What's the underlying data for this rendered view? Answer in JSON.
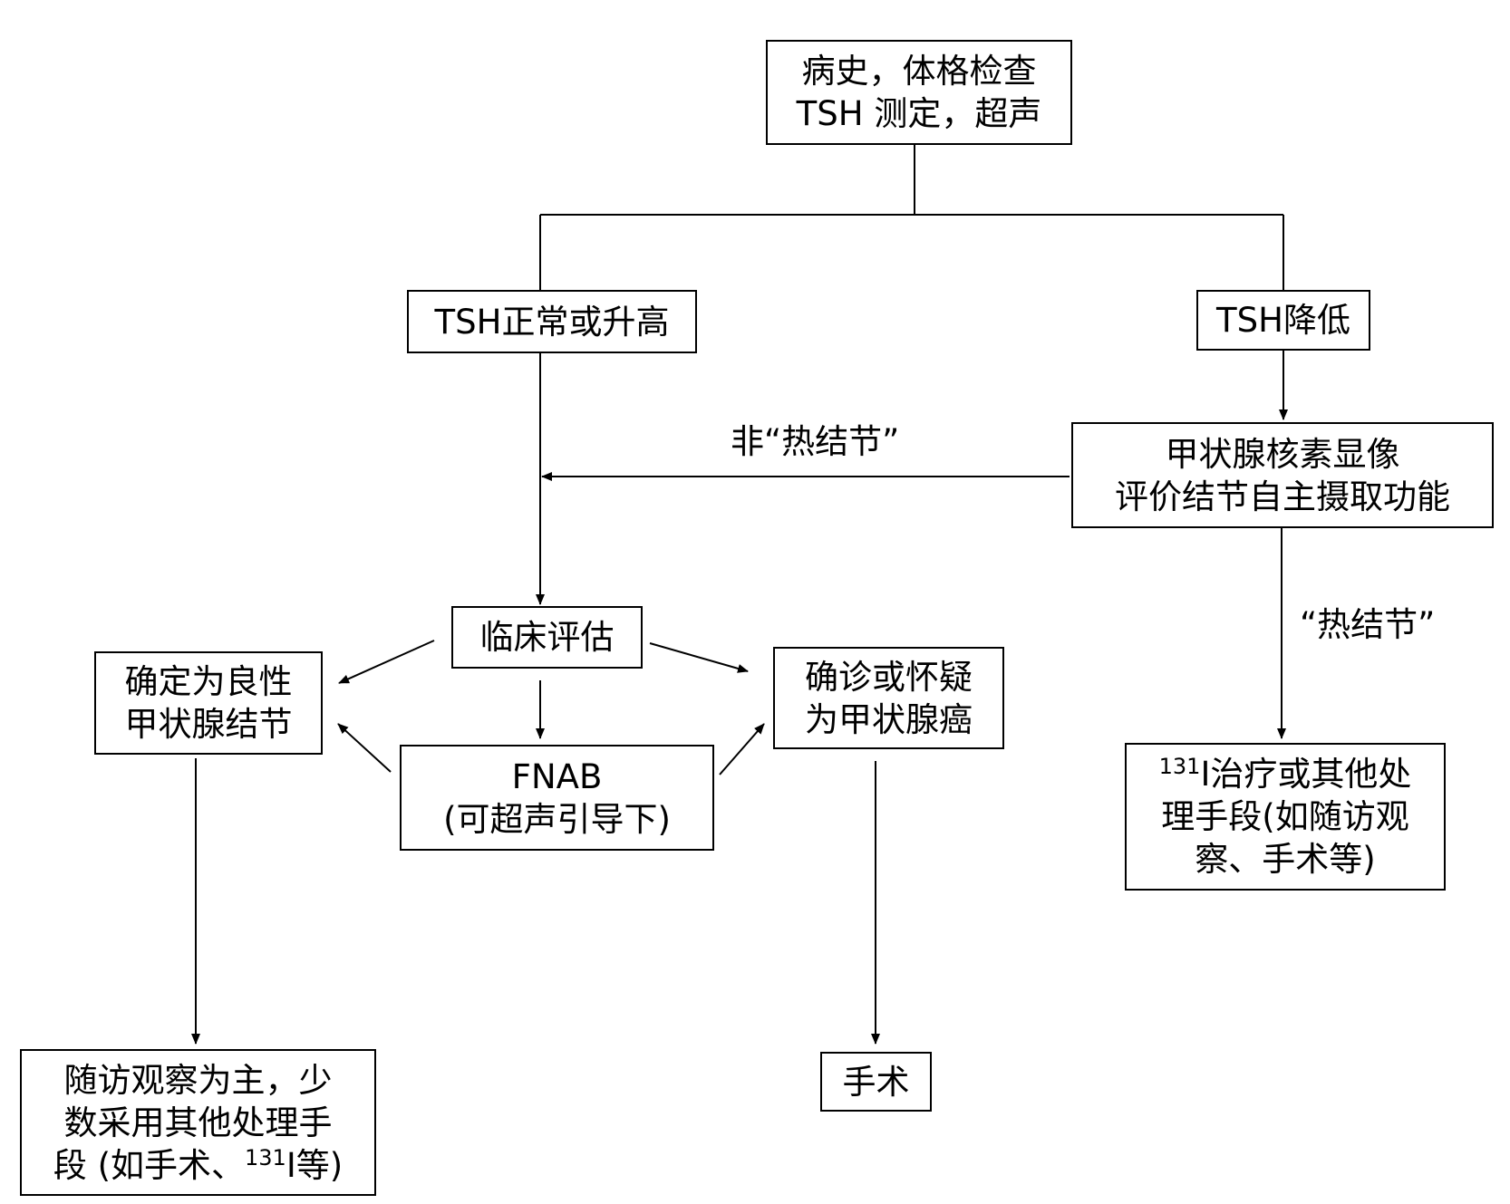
{
  "nodes": {
    "start": {
      "lines": [
        "病史，体格检查",
        "TSH 测定，超声"
      ]
    },
    "tsh_normal": {
      "lines": [
        "TSH正常或升高"
      ]
    },
    "tsh_low": {
      "lines": [
        "TSH降低"
      ]
    },
    "scan": {
      "lines": [
        "甲状腺核素显像",
        "评价结节自主摄取功能"
      ]
    },
    "clinical": {
      "lines": [
        "临床评估"
      ]
    },
    "benign": {
      "lines": [
        "确定为良性",
        "甲状腺结节"
      ]
    },
    "fnab": {
      "lines": [
        "FNAB",
        "(可超声引导下)"
      ]
    },
    "cancer": {
      "lines": [
        "确诊或怀疑",
        "为甲状腺癌"
      ]
    },
    "i131": {
      "line1_sup": "131",
      "line1_rest": "I治疗或其他处",
      "line2": "理手段(如随访观",
      "line3": "察、手术等)"
    },
    "followup": {
      "line1": "随访观察为主，少",
      "line2": "数采用其他处理手",
      "line3_pre": "段 (如手术、",
      "line3_sup": "131",
      "line3_post": "I等)"
    },
    "surgery": {
      "lines": [
        "手术"
      ]
    }
  },
  "edge_labels": {
    "non_hot": "非“热结节”",
    "hot": "“热结节”"
  }
}
